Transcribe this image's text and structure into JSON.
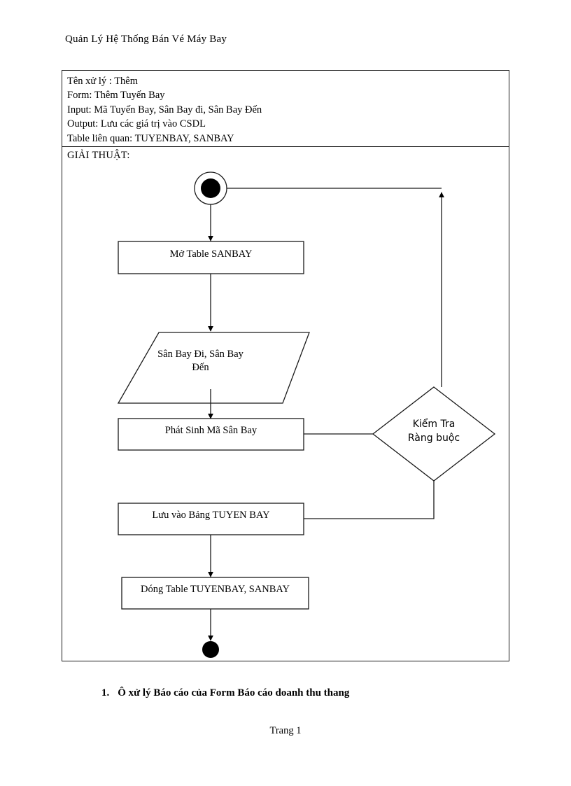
{
  "document": {
    "header_title": "Quản Lý Hệ Thống Bán Vé Máy Bay",
    "footer_page": "Trang 1"
  },
  "info_box": {
    "lines": [
      "Tên xử lý : Thêm",
      "Form: Thêm Tuyến Bay",
      "Input:  Mã Tuyến Bay, Sân Bay đi,  Sân Bay Đến",
      "Output:  Lưu các giá trị vào CSDL",
      "Table liên quan: TUYENBAY, SANBAY"
    ]
  },
  "algorithm": {
    "label": "GIẢI THUẬT:",
    "nodes": {
      "start": "",
      "open_table": "Mở Table SANBAY",
      "input_airports": "Sân Bay Đi, Sân Bay\nĐến",
      "generate_code": "Phát Sinh Mã Sân Bay",
      "decision": "Kiểm Tra\nRàng buộc",
      "save_table": "Lưu vào Bảng TUYEN BAY",
      "close_table": "Dóng Table TUYENBAY, SANBAY",
      "end": ""
    }
  },
  "list": {
    "number": "1.",
    "text": "Ô xử lý Báo cáo của Form Báo cáo doanh thu thang"
  },
  "colors": {
    "ink": "#000000",
    "line": "#1a1a1a",
    "paper": "#ffffff"
  }
}
